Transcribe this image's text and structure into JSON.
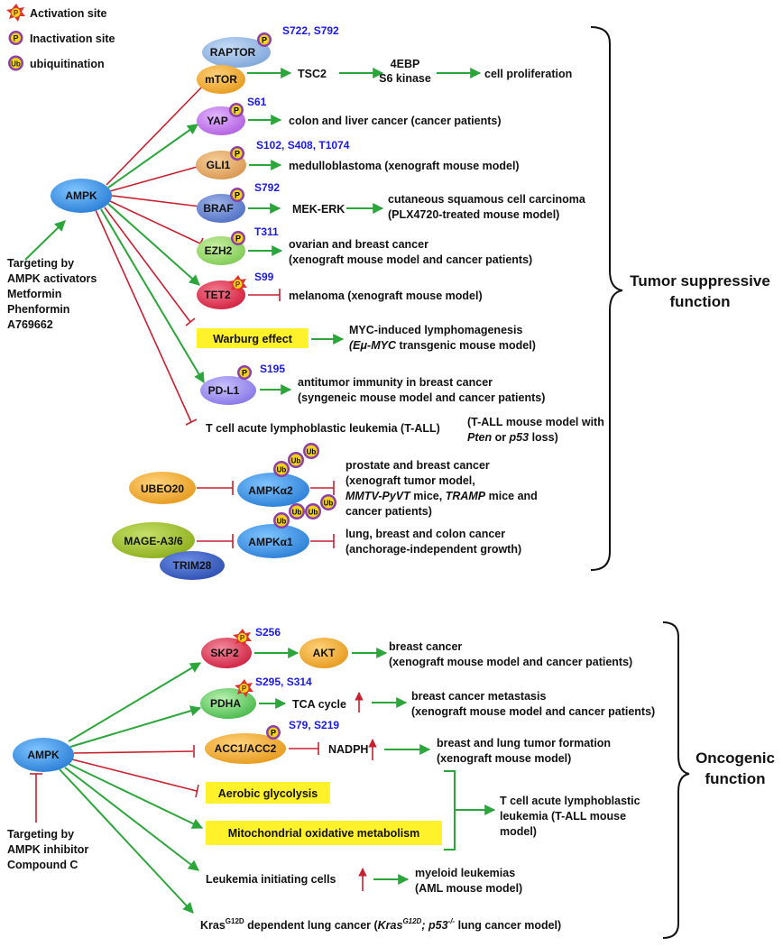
{
  "legend": {
    "activation": "Activation site",
    "inactivation": "Inactivation site",
    "ubiquitination": "ubiquitination",
    "p": "P",
    "ub": "Ub"
  },
  "nodes": {
    "ampk": "AMPK",
    "raptor": "RAPTOR",
    "mtor": "mTOR",
    "yap": "YAP",
    "gli1": "GLI1",
    "braf": "BRAF",
    "ezh2": "EZH2",
    "tet2": "TET2",
    "warburg": "Warburg effect",
    "pdl1": "PD-L1",
    "ubeo20": "UBEO20",
    "ampka2": "AMPKα2",
    "mage": "MAGE-A3/6",
    "trim28": "TRIM28",
    "ampka1": "AMPKα1",
    "skp2": "SKP2",
    "akt": "AKT",
    "pdha": "PDHA",
    "acc": "ACC1/ACC2",
    "aerobic": "Aerobic glycolysis",
    "mito": "Mitochondrial oxidative metabolism"
  },
  "sites": {
    "raptor": "S722, S792",
    "yap": "S61",
    "gli1": "S102, S408, T1074",
    "braf": "S792",
    "ezh2": "T311",
    "tet2": "S99",
    "pdl1": "S195",
    "skp2": "S256",
    "pdha": "S295, S314",
    "acc": "S79, S219"
  },
  "top": {
    "tsc2": "TSC2",
    "ebp": "4EBP",
    "s6k": "S6 kinase",
    "prolif": "cell proliferation",
    "yap_out": "colon and liver cancer (cancer patients)",
    "gli_out": "medulloblastoma (xenograft mouse model)",
    "mek": "MEK-ERK",
    "braf_out1": "cutaneous squamous cell carcinoma",
    "braf_out2": "(PLX4720-treated mouse model)",
    "ezh2_out1": "ovarian and breast cancer",
    "ezh2_out2": "(xenograft mouse model and cancer patients)",
    "tet2_out": "melanoma (xenograft mouse model)",
    "warburg_out1": "MYC-induced lymphomagenesis",
    "warburg_out2_a": "(Eμ-MYC",
    "warburg_out2_b": " transgenic mouse model)",
    "pdl1_out1": "antitumor immunity in breast cancer",
    "pdl1_out2": "(syngeneic mouse model and cancer patients)",
    "tall": "T cell acute lymphoblastic leukemia (T-ALL)",
    "tall_model1": "(T-ALL mouse model with",
    "tall_model2_a": "Pten",
    "tall_model2_b": " or ",
    "tall_model2_c": "p53",
    "tall_model2_d": " loss)",
    "ampka2_out1": "prostate and breast cancer",
    "ampka2_out2": "(xenograft tumor model,",
    "ampka2_out3_a": "MMTV-PyVT",
    "ampka2_out3_b": " mice, ",
    "ampka2_out3_c": "TRAMP",
    "ampka2_out3_d": " mice and",
    "ampka2_out4": "cancer patients)",
    "ampka1_out1": "lung, breast and colon cancer",
    "ampka1_out2": "(anchorage-independent growth)",
    "targeting": [
      "Targeting by",
      "AMPK activators",
      "Metformin",
      "Phenformin",
      "A769662"
    ],
    "function": [
      "Tumor suppressive",
      "function"
    ]
  },
  "bottom": {
    "skp2_out1": "breast cancer",
    "skp2_out2": "(xenograft mouse model and cancer patients)",
    "tca": "TCA cycle",
    "pdha_out1": "breast cancer metastasis",
    "pdha_out2": "(xenograft mouse model and cancer patients)",
    "nadph": "NADPH",
    "acc_out1": "breast and lung tumor formation",
    "acc_out2": "(xenograft mouse model)",
    "tall_out1": "T cell acute lymphoblastic",
    "tall_out2": "leukemia (T-ALL mouse",
    "tall_out3": "model)",
    "lic": "Leukemia initiating cells",
    "lic_out1": "myeloid leukemias",
    "lic_out2": "(AML mouse model)",
    "kras_a": "Kras",
    "kras_sup": "G12D",
    "kras_b": " dependent lung cancer (",
    "kras_c": "Kras",
    "kras_sup2": "G12D",
    "kras_d": "; ",
    "kras_e": "p53",
    "kras_sup3": "-/-",
    "kras_f": " lung cancer model)",
    "targeting": [
      "Targeting by",
      "AMPK inhibitor",
      "Compound C"
    ],
    "function": [
      "Oncogenic",
      "function"
    ]
  }
}
